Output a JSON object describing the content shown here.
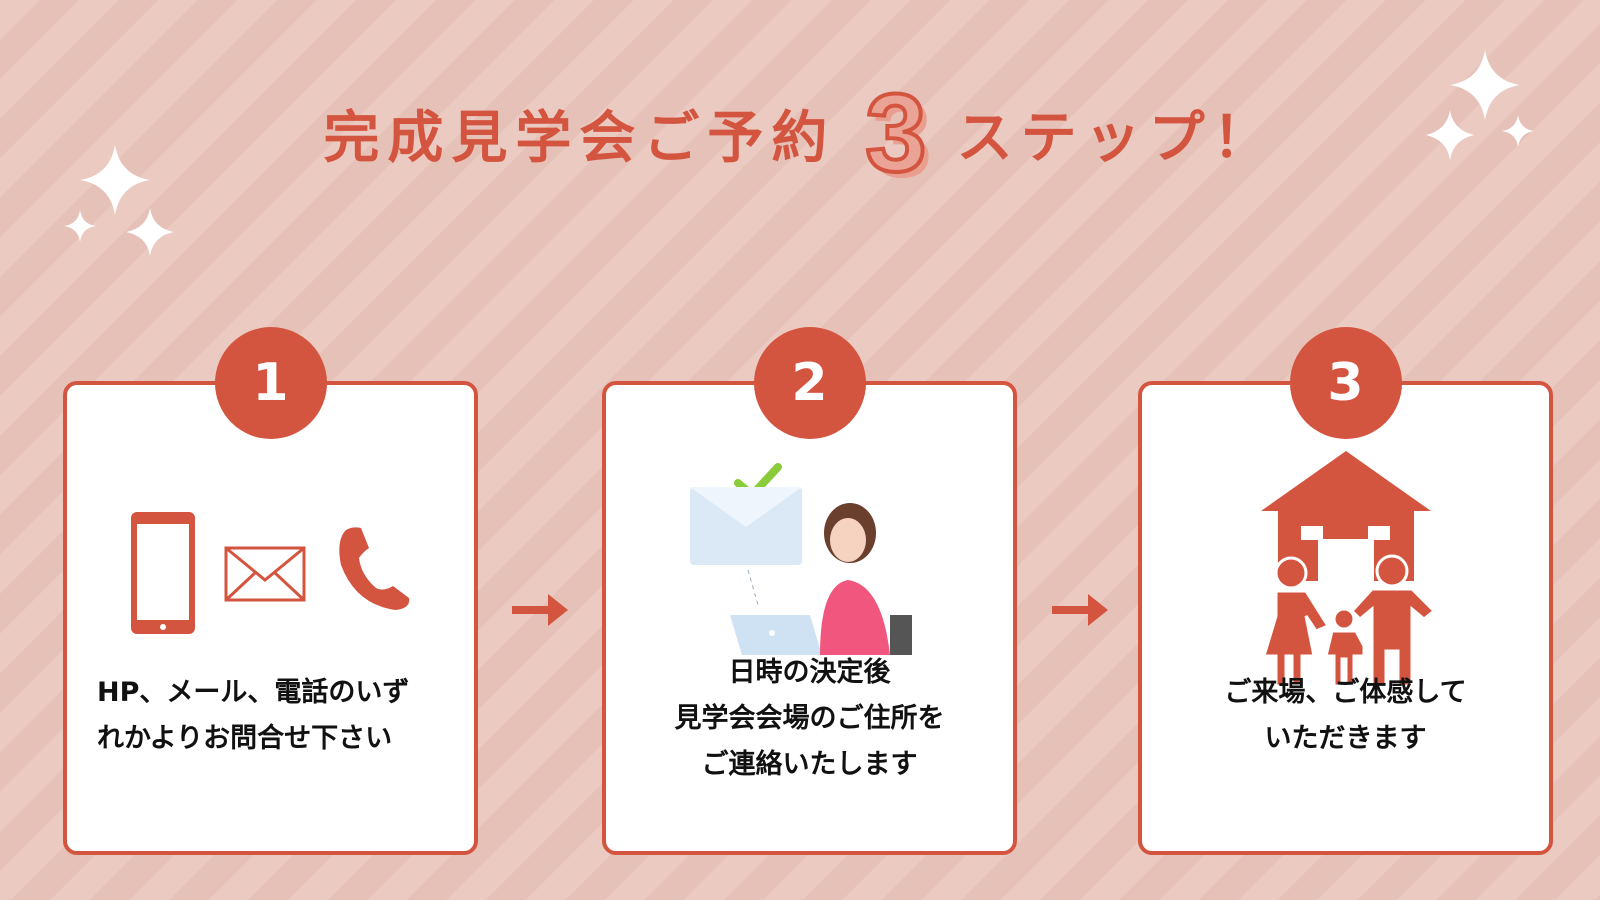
{
  "title": {
    "text": "完成見学会ご予約",
    "number": "3",
    "suffix": "ステップ！"
  },
  "steps": [
    {
      "number": "1",
      "lines": [
        "HP、メール、電話のいず",
        "れかよりお問合せ下さい"
      ]
    },
    {
      "number": "2",
      "lines": [
        "日時の決定後",
        "見学会会場のご住所を",
        "ご連絡いたします"
      ]
    },
    {
      "number": "3",
      "lines": [
        "ご来場、ご体感して",
        "いただきます"
      ]
    }
  ],
  "colors": {
    "accent": "#d4553f",
    "background": "#ebcac2"
  }
}
